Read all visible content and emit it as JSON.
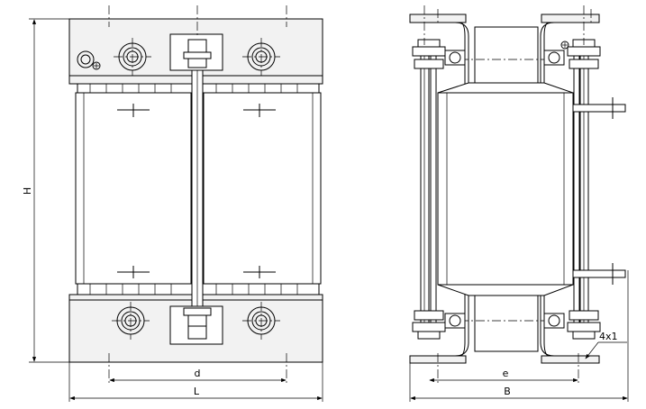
{
  "dimensions": {
    "height_label": "H",
    "length_label": "L",
    "d_label": "d",
    "e_label": "e",
    "b_label": "B",
    "holes_label": "4x1"
  }
}
